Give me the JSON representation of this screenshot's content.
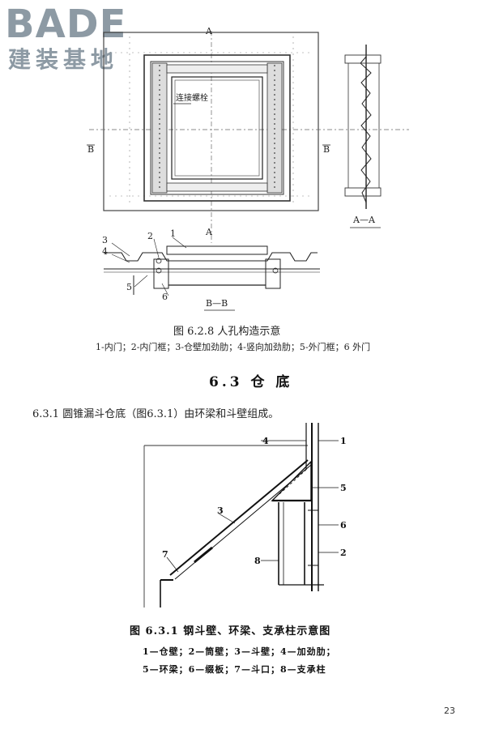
{
  "logo": {
    "wordmark": "BADE",
    "subtitle": "建装基地"
  },
  "figure_628": {
    "label_a_top": "A",
    "label_a_mid": "A",
    "label_b_left": "B",
    "label_b_right": "B",
    "annotation": "连接螺栓",
    "section_aa": "A—A",
    "section_bb": "B—B",
    "callouts": [
      "1",
      "2",
      "3",
      "4",
      "5",
      "6"
    ],
    "caption": "图 6.2.8 人孔构造示意",
    "legend": "1-内门；2-内门框；3-仓壁加劲肋；4-竖向加劲肋；5-外门框；6 外门"
  },
  "section": {
    "heading": "6.3 仓 底",
    "paragraph": "6.3.1 圆锥漏斗仓底（图6.3.1）由环梁和斗壁组成。"
  },
  "figure_631": {
    "callouts": [
      "1",
      "2",
      "3",
      "4",
      "5",
      "6",
      "7",
      "8"
    ],
    "caption": "图 6.3.1    钢斗壁、环梁、支承柱示意图",
    "legend_line1": "1—仓壁；2—筒壁；3—斗壁；4—加劲肋；",
    "legend_line2": "5—环梁；6—缀板；7—斗口；8—支承柱"
  },
  "page_number": "23"
}
